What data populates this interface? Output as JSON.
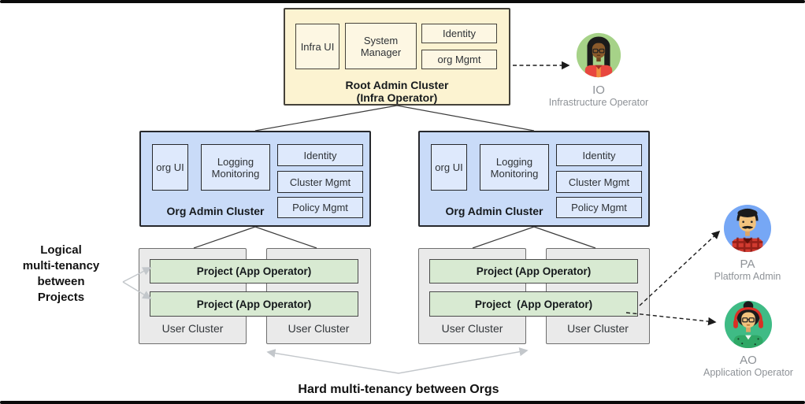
{
  "colors": {
    "root_cluster_fill": "#FCF3D1",
    "component_fill_root": "#FDF7E3",
    "org_cluster_fill": "#C9DBF8",
    "component_fill_org": "#DEE9FC",
    "user_cluster_fill": "#EAEAEA",
    "project_fill": "#D8EAD2",
    "connector": "#3C3C3C",
    "soft_arrow": "#C3C7CB",
    "persona_text": "#8E9297",
    "io_avatar_bg": "#A6D288",
    "pa_avatar_bg": "#76A7F5",
    "ao_avatar_bg": "#3FBB85"
  },
  "root_cluster": {
    "label": [
      "Root Admin Cluster",
      "(Infra Operator)"
    ],
    "components": {
      "infra_ui": "Infra UI",
      "system_manager": "System Manager",
      "identity": "Identity",
      "org_mgmt": "org Mgmt"
    }
  },
  "org_clusters": {
    "left": {
      "label": "Org Admin Cluster",
      "components": {
        "org_ui": "org UI",
        "logging_monitoring": "Logging Monitoring",
        "identity": "Identity",
        "cluster_mgmt": "Cluster Mgmt",
        "policy_mgmt": "Policy Mgmt"
      }
    },
    "right": {
      "label": "Org Admin Cluster",
      "components": {
        "org_ui": "org UI",
        "logging_monitoring": "Logging Monitoring",
        "identity": "Identity",
        "cluster_mgmt": "Cluster Mgmt",
        "policy_mgmt": "Policy Mgmt"
      }
    }
  },
  "user_cluster_groups": {
    "left": {
      "projects": [
        "Project (App Operator)",
        "Project (App Operator)"
      ],
      "clusters": [
        "User Cluster",
        "User Cluster"
      ]
    },
    "right": {
      "projects": [
        "Project (App Operator)",
        "Project  (App Operator)"
      ],
      "clusters": [
        "User Cluster",
        "User Cluster"
      ]
    }
  },
  "personas": {
    "io": {
      "abbr": "IO",
      "role": "Infrastructure Operator"
    },
    "pa": {
      "abbr": "PA",
      "role": "Platform Admin"
    },
    "ao": {
      "abbr": "AO",
      "role": "Application Operator"
    }
  },
  "annotations": {
    "logical_lines": [
      "Logical",
      "multi-tenancy",
      "between",
      "Projects"
    ],
    "hard": "Hard multi-tenancy between Orgs"
  }
}
